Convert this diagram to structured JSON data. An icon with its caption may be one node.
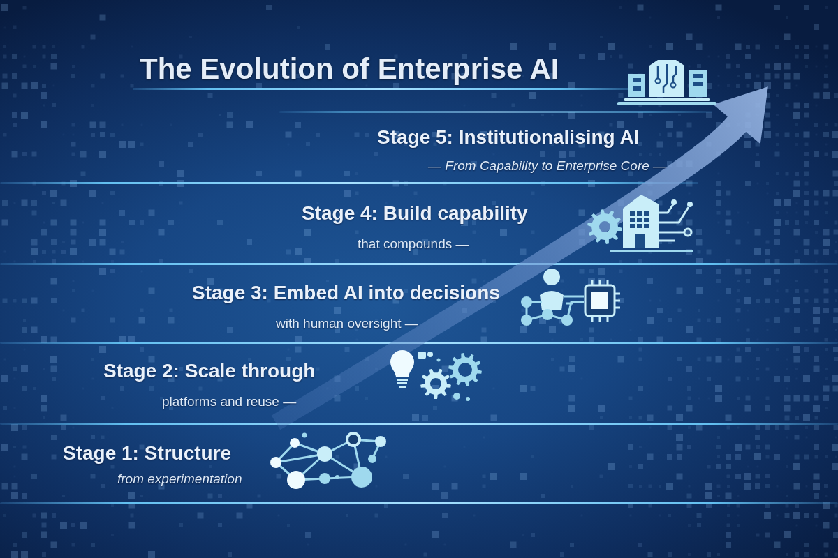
{
  "diagram": {
    "title": "The Evolution of Enterprise AI",
    "nodes": [
      {
        "text": [
          "Stage 5: Institutionalising AI",
          "— From Capability to Enterprise Core —"
        ]
      },
      {
        "text": [
          "Stage 4: Build capability",
          "that compounds —"
        ]
      },
      {
        "text": [
          "Stage 3: Embed AI into decisions",
          "with human oversight —"
        ]
      },
      {
        "text": [
          "Stage 2: Scale through",
          "platforms and reuse —"
        ]
      },
      {
        "text": [
          "Stage 1: Structure",
          "from experimentation"
        ]
      }
    ]
  }
}
